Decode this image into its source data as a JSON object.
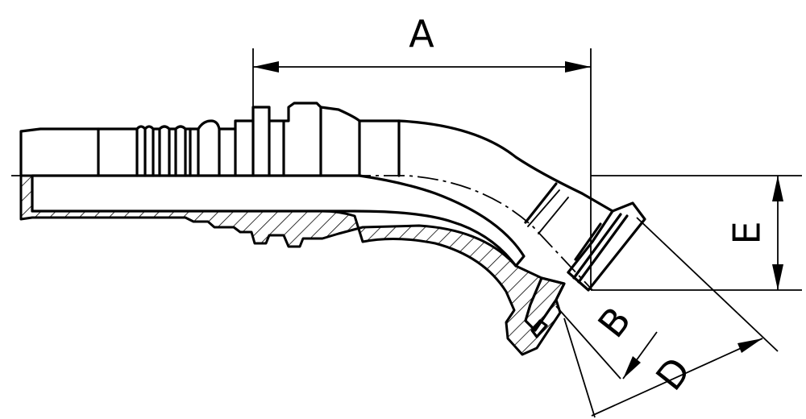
{
  "diagram": {
    "labels": {
      "a": "A",
      "b": "B",
      "d": "D",
      "e": "E"
    }
  },
  "colors": {
    "stroke": "#000000",
    "background": "#ffffff"
  }
}
